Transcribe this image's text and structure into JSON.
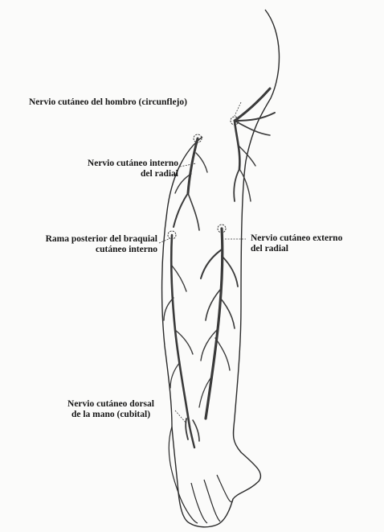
{
  "figure": {
    "labels": {
      "hombro": {
        "text": "Nervio cutáneo del hombro (circunflejo)"
      },
      "interno_radial": {
        "line1": "Nervio cutáneo interno",
        "line2": "del radial"
      },
      "braquial": {
        "line1": "Rama posterior del braquial",
        "line2": "cutáneo interno"
      },
      "externo_radial": {
        "line1": "Nervio cutáneo externo",
        "line2": "del radial"
      },
      "dorsal_mano": {
        "line1": "Nervio cutáneo dorsal",
        "line2": "de la mano (cubital)"
      }
    },
    "colors": {
      "ink": "#1a1a1a",
      "outline": "#2a2a2a",
      "nerve": "#3a3a3a",
      "paper": "#fbfbfa"
    }
  }
}
